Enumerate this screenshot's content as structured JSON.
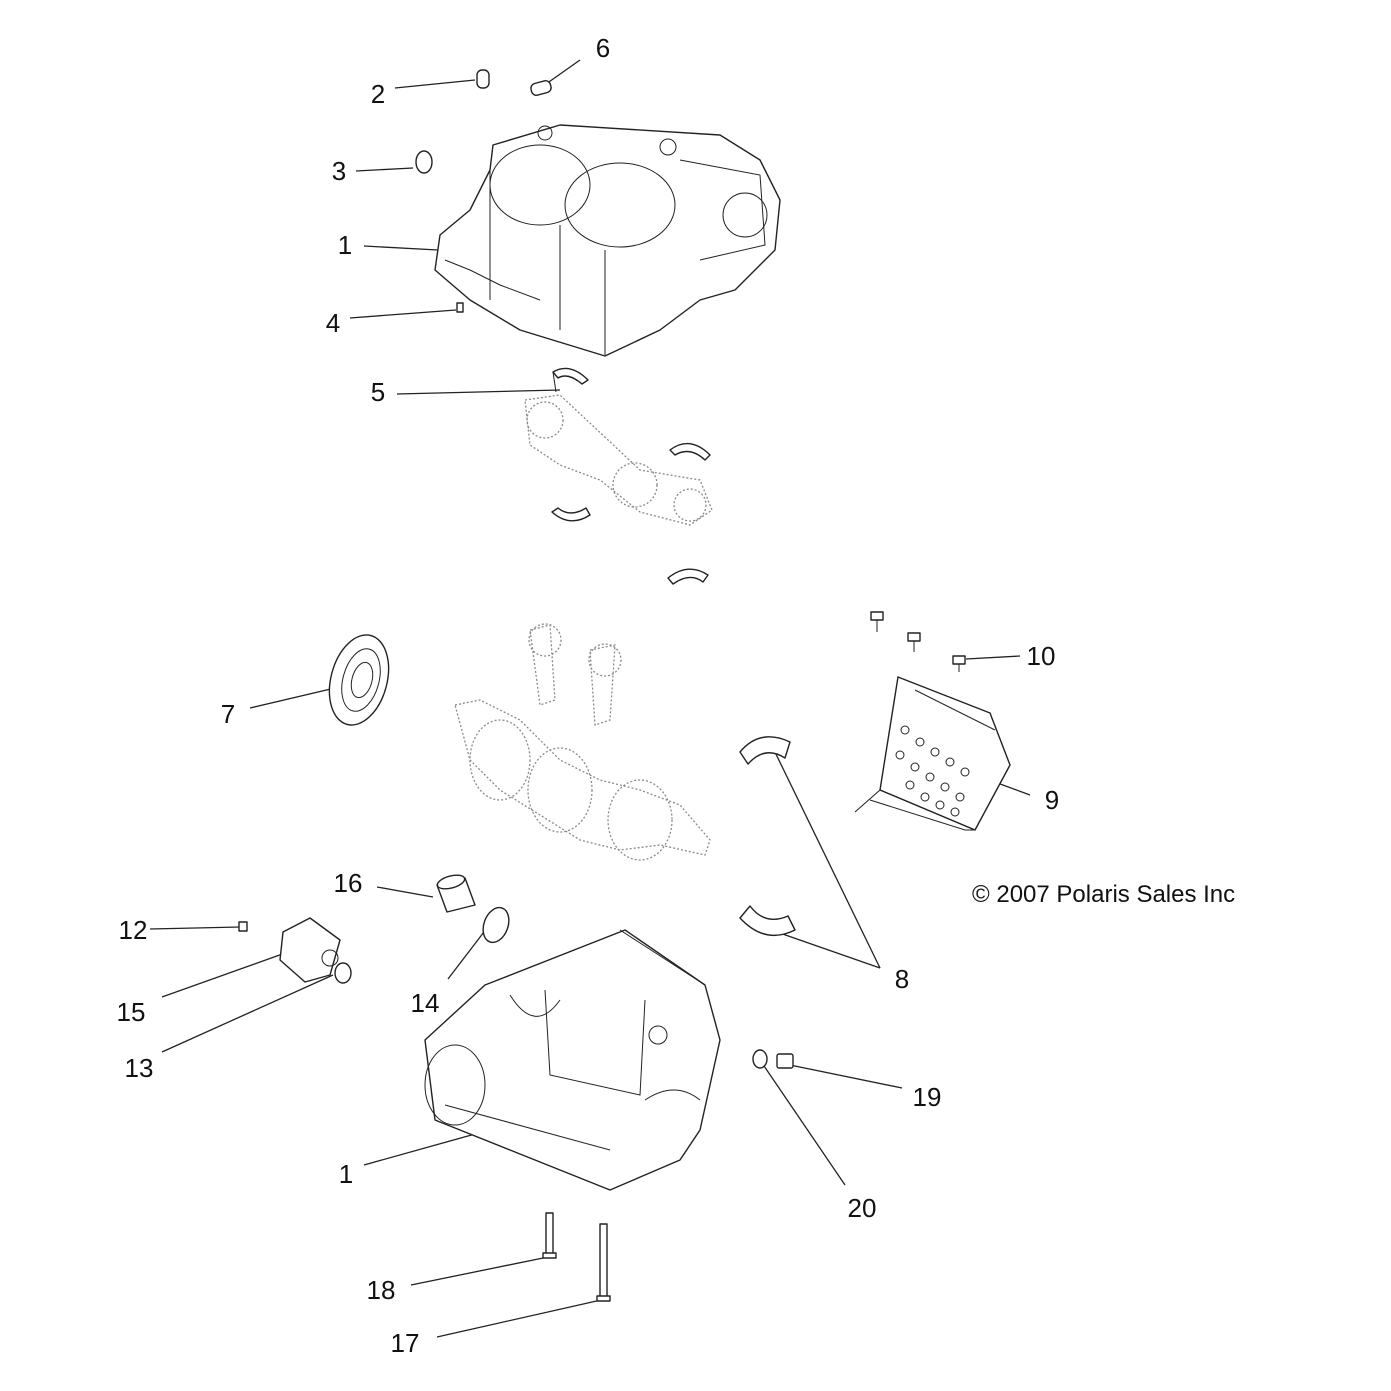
{
  "diagram": {
    "copyright": "© 2007 Polaris Sales Inc",
    "callouts": [
      {
        "id": "c6",
        "label": "6"
      },
      {
        "id": "c2",
        "label": "2"
      },
      {
        "id": "c3",
        "label": "3"
      },
      {
        "id": "c1a",
        "label": "1"
      },
      {
        "id": "c4",
        "label": "4"
      },
      {
        "id": "c5",
        "label": "5"
      },
      {
        "id": "c10",
        "label": "10"
      },
      {
        "id": "c7",
        "label": "7"
      },
      {
        "id": "c9",
        "label": "9"
      },
      {
        "id": "c16",
        "label": "16"
      },
      {
        "id": "c12",
        "label": "12"
      },
      {
        "id": "c8",
        "label": "8"
      },
      {
        "id": "c14",
        "label": "14"
      },
      {
        "id": "c15",
        "label": "15"
      },
      {
        "id": "c13",
        "label": "13"
      },
      {
        "id": "c19",
        "label": "19"
      },
      {
        "id": "c1b",
        "label": "1"
      },
      {
        "id": "c20",
        "label": "20"
      },
      {
        "id": "c18",
        "label": "18"
      },
      {
        "id": "c17",
        "label": "17"
      }
    ]
  }
}
